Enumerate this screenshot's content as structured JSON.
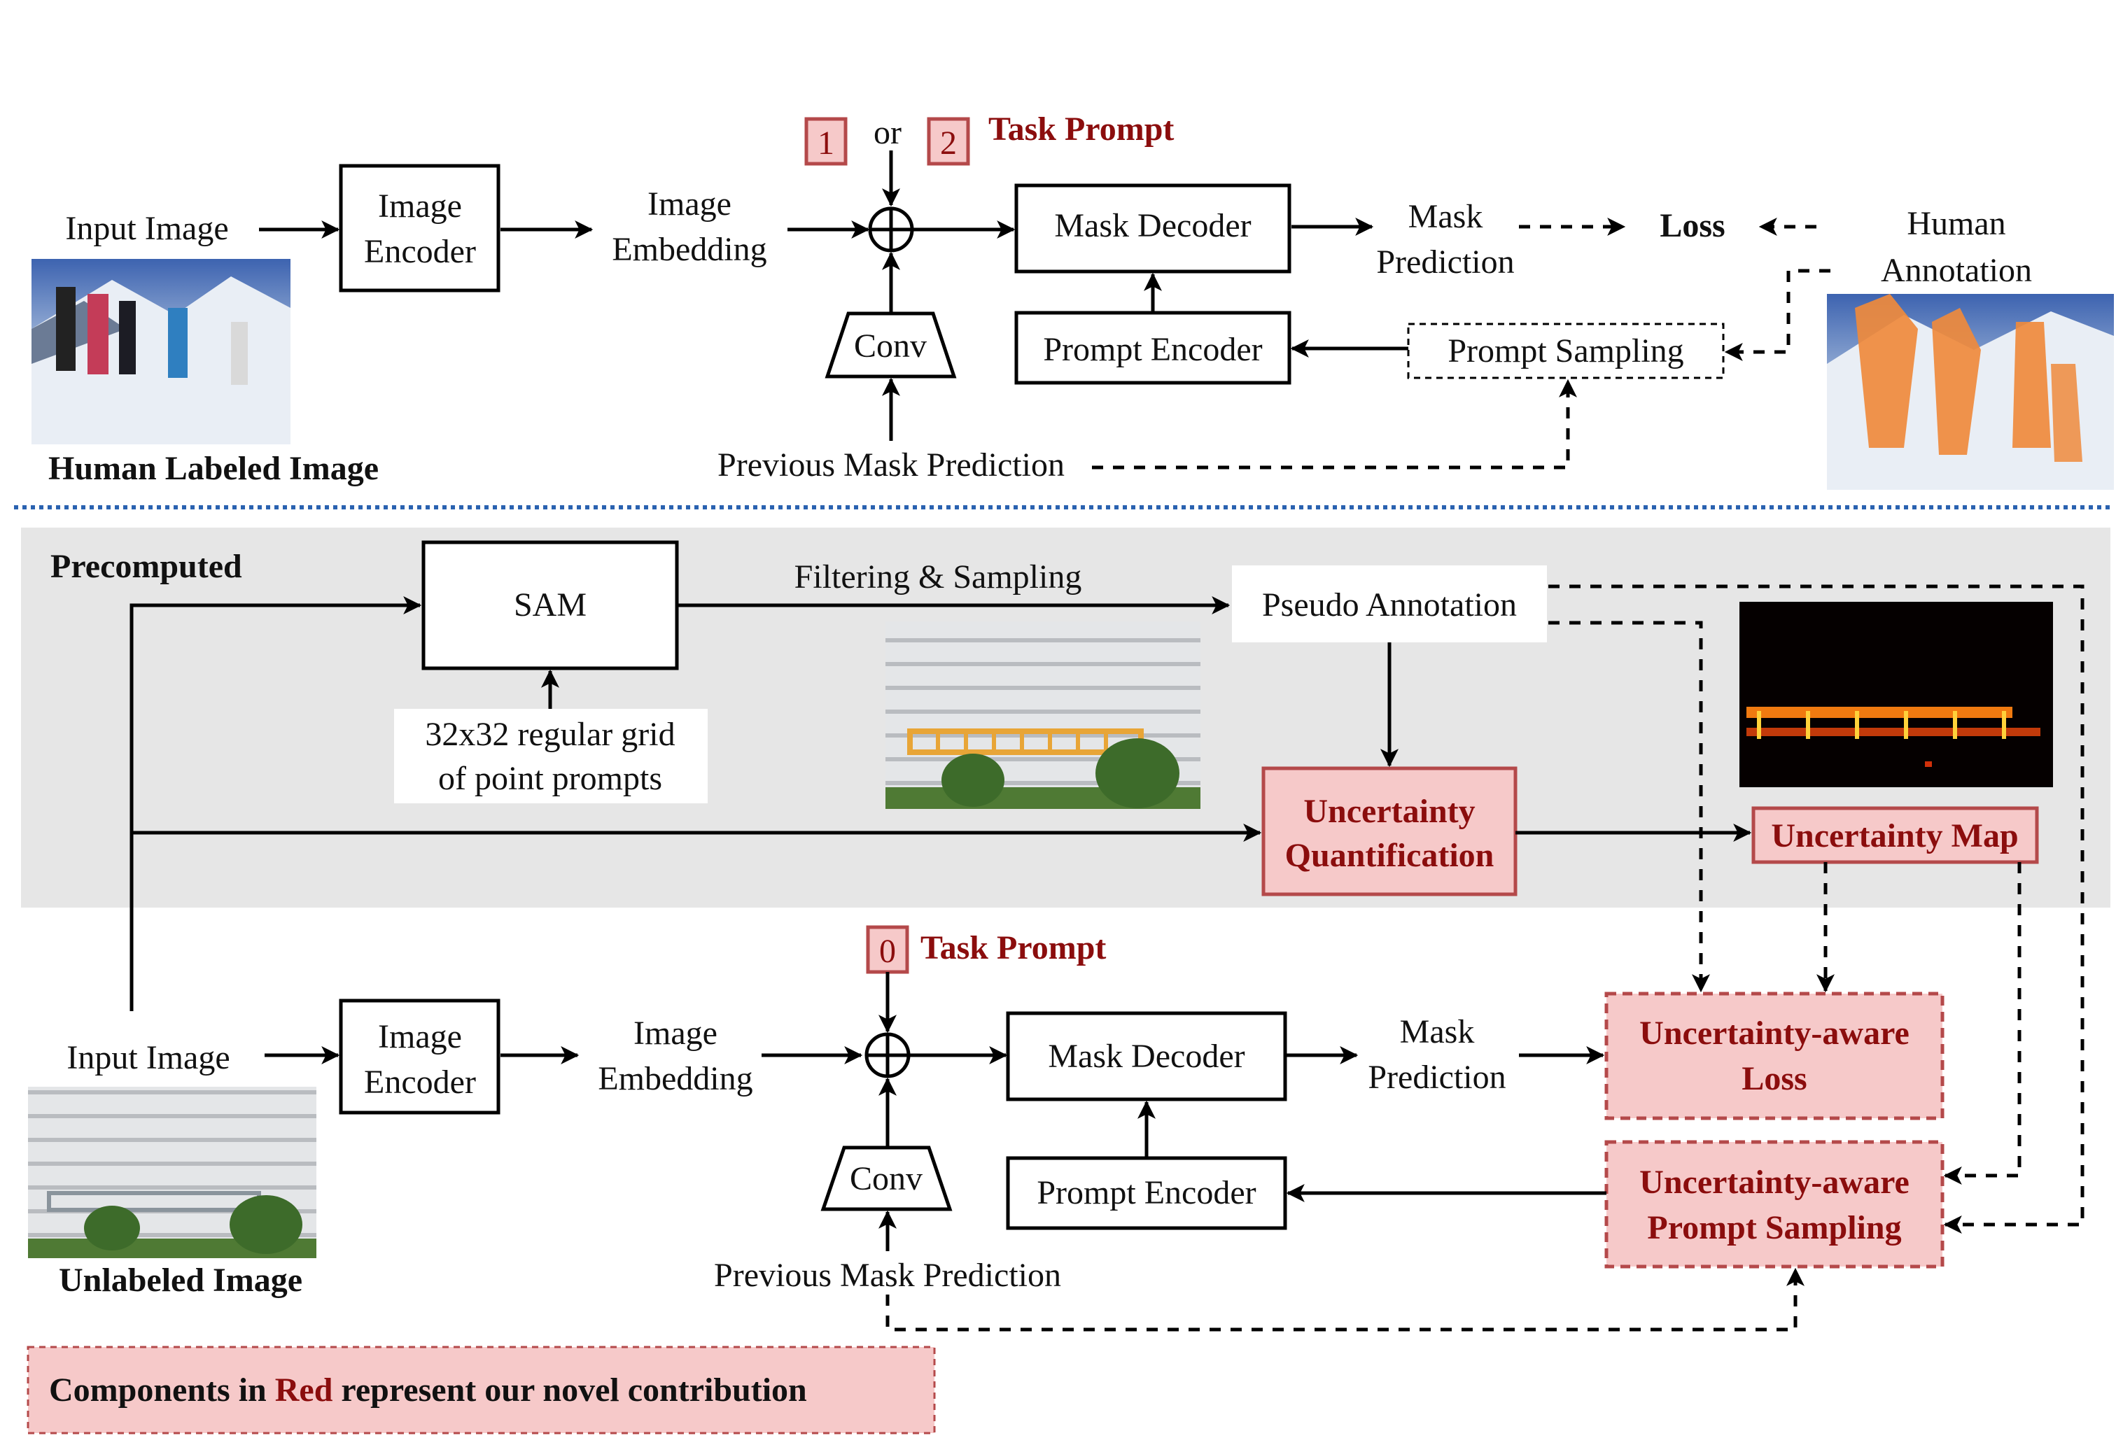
{
  "top": {
    "input_image": "Input Image",
    "human_labeled_image": "Human Labeled Image",
    "image_encoder": [
      "Image",
      "Encoder"
    ],
    "image_embedding": [
      "Image",
      "Embedding"
    ],
    "prompt_1": "1",
    "or": "or",
    "prompt_2": "2",
    "task_prompt": "Task Prompt",
    "mask_decoder": "Mask Decoder",
    "conv": "Conv",
    "prompt_encoder": "Prompt Encoder",
    "mask_prediction": [
      "Mask",
      "Prediction"
    ],
    "loss": "Loss",
    "human_annotation": [
      "Human",
      "Annotation"
    ],
    "prompt_sampling": "Prompt Sampling",
    "previous_mask_prediction": "Previous Mask Prediction"
  },
  "precomputed": {
    "title": "Precomputed",
    "sam": "SAM",
    "filtering_sampling": "Filtering & Sampling",
    "pseudo_annotation": "Pseudo Annotation",
    "point_grid": [
      "32x32 regular grid",
      "of point prompts"
    ],
    "uncertainty_quantification": [
      "Uncertainty",
      "Quantification"
    ],
    "uncertainty_map": "Uncertainty Map"
  },
  "bottom": {
    "input_image": "Input Image",
    "unlabeled_image": "Unlabeled Image",
    "image_encoder": [
      "Image",
      "Encoder"
    ],
    "image_embedding": [
      "Image",
      "Embedding"
    ],
    "prompt_0": "0",
    "task_prompt": "Task Prompt",
    "mask_decoder": "Mask Decoder",
    "conv": "Conv",
    "prompt_encoder": "Prompt Encoder",
    "mask_prediction": [
      "Mask",
      "Prediction"
    ],
    "ua_loss": [
      "Uncertainty-aware",
      "Loss"
    ],
    "ua_prompt_sampling": [
      "Uncertainty-aware",
      "Prompt Sampling"
    ],
    "previous_mask_prediction": "Previous Mask Prediction"
  },
  "legend": {
    "prefix": "Components in ",
    "red_word": "Red",
    "suffix": " represent our novel contribution"
  },
  "colors": {
    "accent_red_text": "#8b0d0d",
    "red_box_fill": "#f6c9c9",
    "red_box_stroke": "#b4494a",
    "precomputed_bg": "#e6e6e6",
    "separator": "#2a62b0"
  }
}
